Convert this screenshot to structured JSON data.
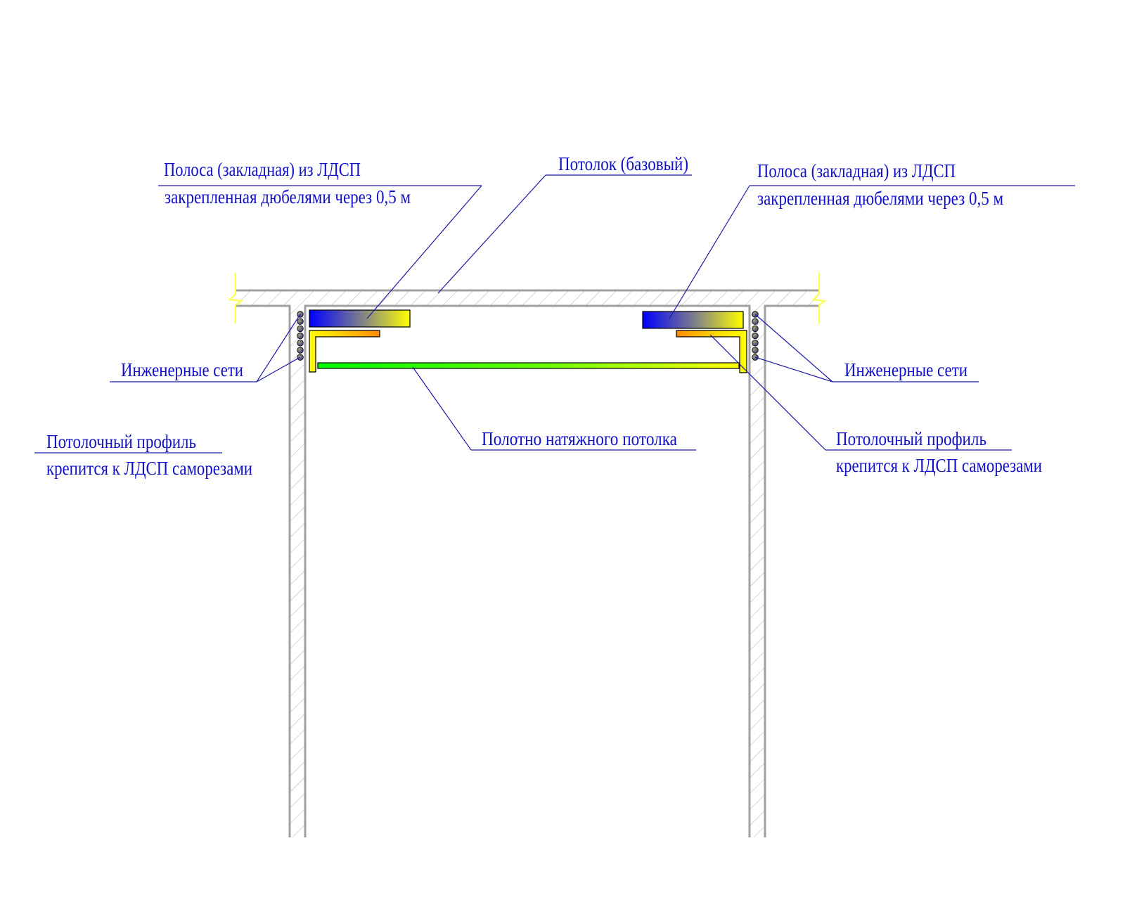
{
  "labels": {
    "strip_left_line1": "Полоса (закладная) из ЛДСП",
    "strip_left_line2": "закрепленная дюбелями через 0,5 м",
    "base_ceiling": "Потолок (базовый)",
    "strip_right_line1": "Полоса (закладная) из ЛДСП",
    "strip_right_line2": "закрепленная дюбелями через 0,5 м",
    "utilities_left": "Инженерные сети",
    "utilities_right": "Инженерные сети",
    "profile_left_line1": "Потолочный профиль",
    "profile_left_line2": "крепится к ЛДСП саморезами",
    "profile_right_line1": "Потолочный профиль",
    "profile_right_line2": "крепится к ЛДСП саморезами",
    "stretch_membrane": "Полотно натяжного потолка"
  },
  "colors": {
    "label_text": "#1010c8",
    "leader": "#1a1aa8",
    "structure": "#a0a0a0",
    "break_mark": "#ffff40",
    "strip_start": "#0000ff",
    "strip_end": "#ffff00",
    "profile_orange": "#ff8c00",
    "membrane_green": "#00ff00"
  }
}
